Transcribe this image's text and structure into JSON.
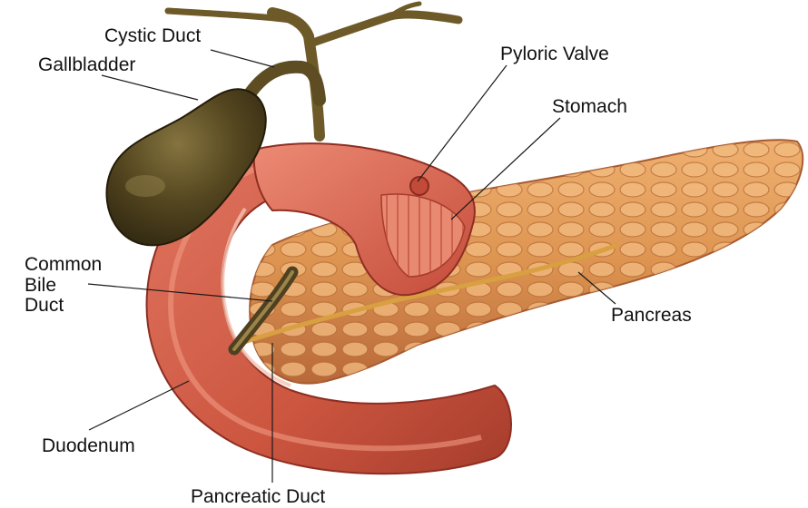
{
  "labels": {
    "cystic_duct": "Cystic Duct",
    "gallbladder": "Gallbladder",
    "pyloric_valve": "Pyloric Valve",
    "stomach": "Stomach",
    "common_bile_duct": [
      "Common",
      "Bile",
      "Duct"
    ],
    "pancreas": "Pancreas",
    "duodenum": "Duodenum",
    "pancreatic_duct": "Pancreatic Duct"
  },
  "colors": {
    "gallbladder": "#4a3f1e",
    "gallbladder_highlight": "#7a6a34",
    "pancreas": "#dd9450",
    "pancreas_light": "#f0b878",
    "duodenum": "#cf5a44",
    "duodenum_inner": "#e98a72",
    "stomach": "#d9604c",
    "label_line": "#1a1a1a",
    "label_text": "#111111"
  }
}
